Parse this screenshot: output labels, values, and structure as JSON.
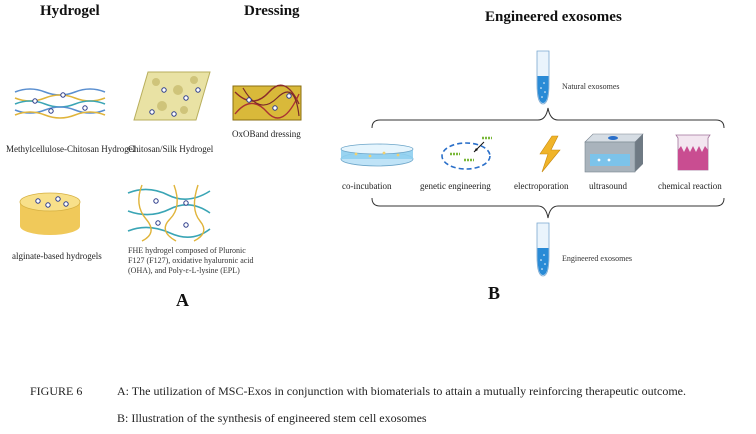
{
  "panelA": {
    "headers": {
      "hydrogel": "Hydrogel",
      "dressing": "Dressing"
    },
    "items": [
      {
        "label": "Methylcellulose-Chitosan Hydrogel"
      },
      {
        "label": "Chitosan/Silk Hydrogel"
      },
      {
        "label": "OxOBand dressing"
      },
      {
        "label": "alginate-based hydrogels"
      },
      {
        "label": "FHE hydrogel composed of  Pluronic F127 (F127), oxidative hyaluronic acid (OHA), and Poly-ε-L-lysine (EPL)"
      }
    ],
    "panel_label": "A"
  },
  "panelB": {
    "header": "Engineered exosomes",
    "top_tube_label": "Natural exosomes",
    "bottom_tube_label": "Engineered exosomes",
    "methods": [
      {
        "label": "co-incubation"
      },
      {
        "label": "genetic engineering"
      },
      {
        "label": "electroporation"
      },
      {
        "label": "ultrasound"
      },
      {
        "label": "chemical reaction"
      }
    ],
    "panel_label": "B"
  },
  "caption": {
    "figure": "FIGURE 6",
    "lineA_prefix": "A:",
    "lineA_text": "The utilization of MSC-Exos in conjunction with biomaterials to attain a mutually reinforcing therapeutic outcome.",
    "lineB_prefix": "B:",
    "lineB_text": "Illustration of the synthesis of engineered stem cell exosomes"
  },
  "colors": {
    "hydrogel_fill": "#e9e2a4",
    "alginate_fill": "#f5d676",
    "dressing_fill": "#d9b93a",
    "tube_blue": "#2a8bd6",
    "lightning": "#f0b429",
    "beaker_pink": "#c94d91"
  }
}
